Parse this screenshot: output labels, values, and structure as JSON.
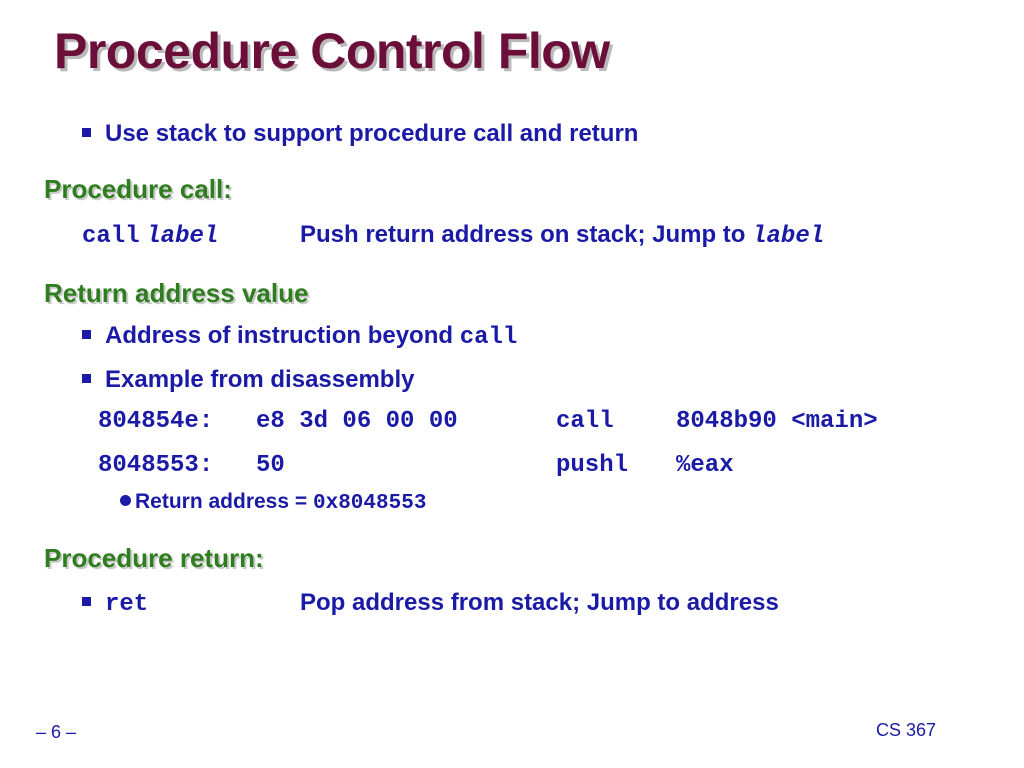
{
  "title": "Procedure Control Flow",
  "bullet_stack": "Use stack to support procedure call and return",
  "heading_call": "Procedure call:",
  "call_instr": "call",
  "call_label": "label",
  "call_desc": "Push return address on stack; Jump to",
  "call_desc_label": "label",
  "heading_return_addr": "Return address value",
  "bullet_address": "Address of instruction beyond",
  "bullet_address_code": "call",
  "bullet_example": "Example from disassembly",
  "disasm": [
    {
      "addr": "804854e:",
      "bytes": "e8 3d 06 00 00",
      "op": "call",
      "arg": "8048b90 <main>"
    },
    {
      "addr": "8048553:",
      "bytes": "50",
      "op": "pushl",
      "arg": "%eax"
    }
  ],
  "sub_bullet_label": "Return address =",
  "sub_bullet_value": "0x8048553",
  "heading_proc_return": "Procedure return:",
  "ret_instr": "ret",
  "ret_desc": "Pop address from stack; Jump to address",
  "footer_page": "– 6 –",
  "footer_course": "CS 367",
  "colors": {
    "title": "#6b0f3a",
    "body": "#1a1aa6",
    "heading": "#2e7d1f"
  }
}
